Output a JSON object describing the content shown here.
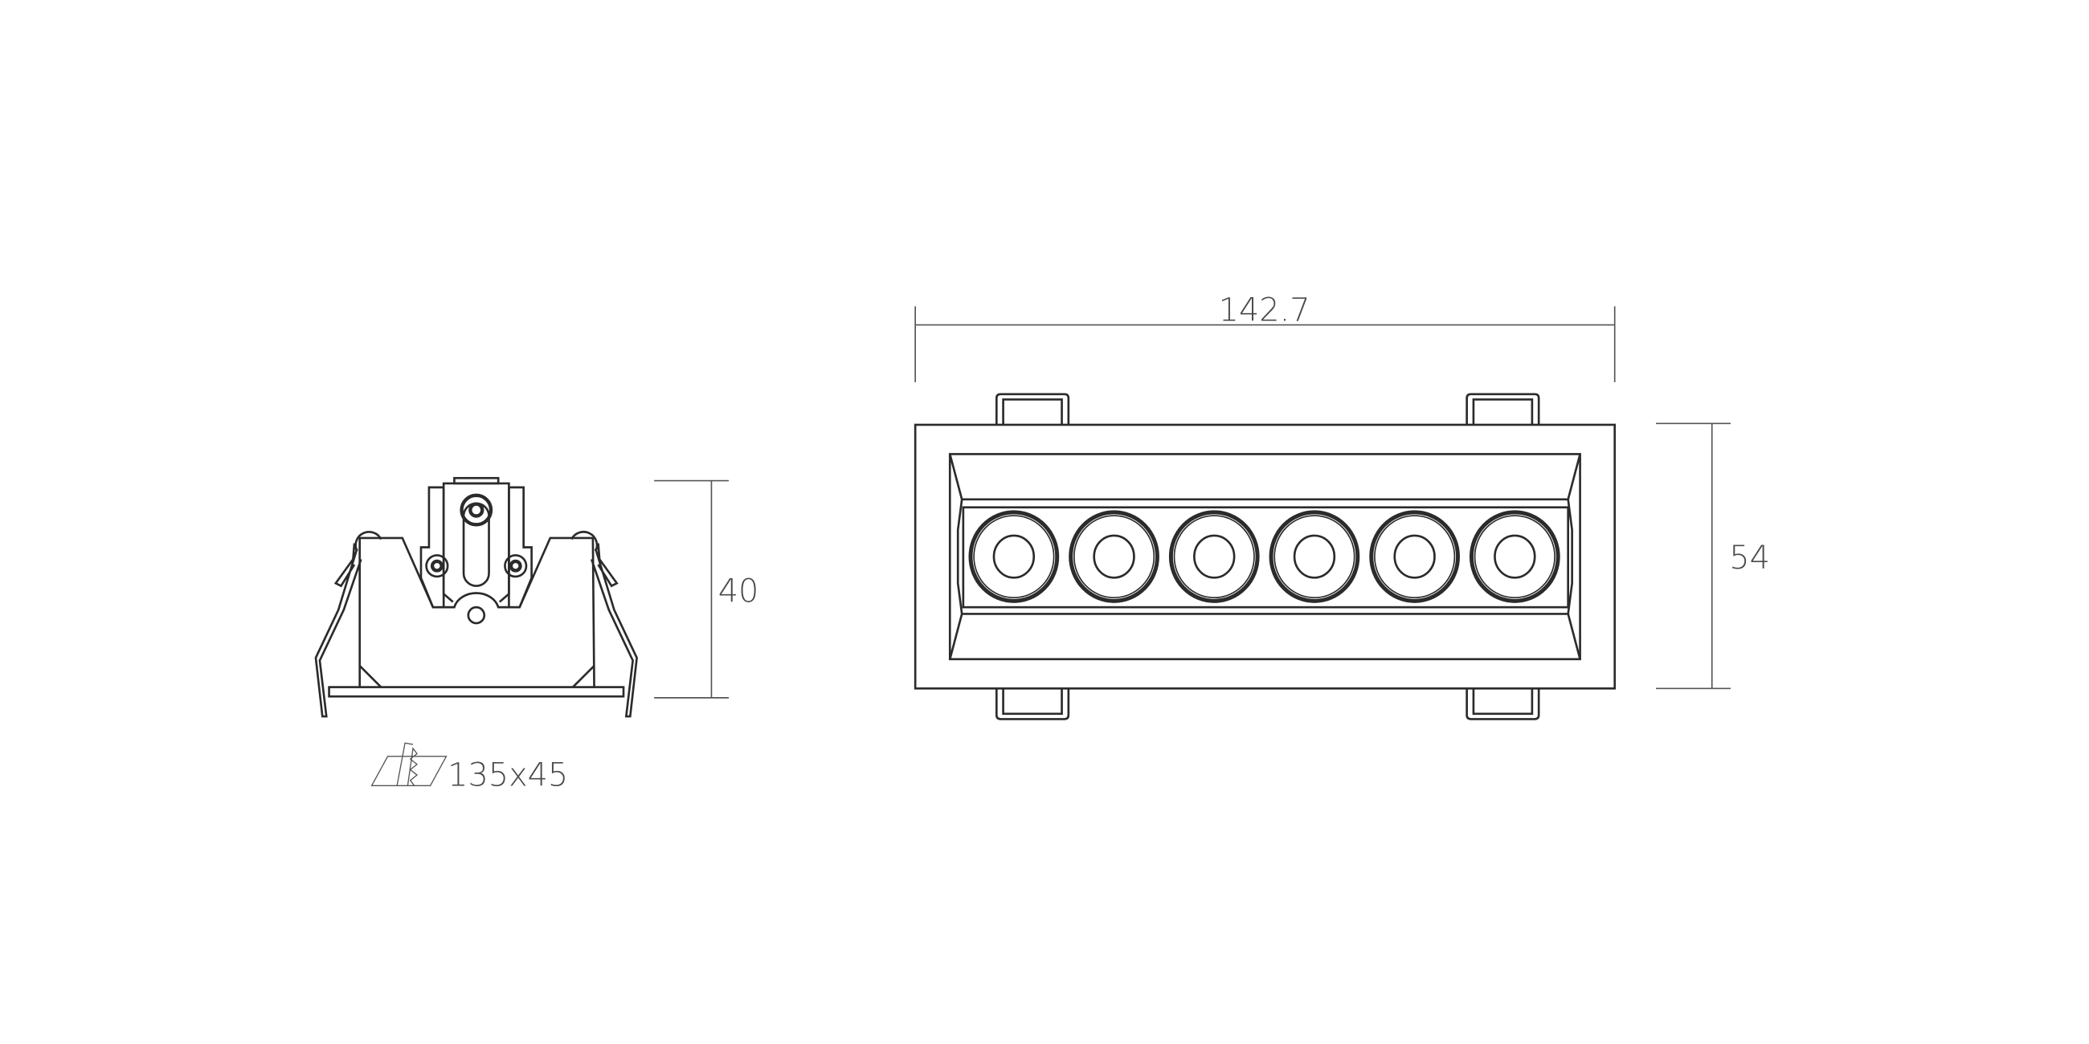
{
  "drawing": {
    "title": "LED recessed linear downlight dimension drawing",
    "dimensions": {
      "length": "142.7",
      "width": "54",
      "height": "40",
      "cutout": "135x45"
    },
    "led_count": 6,
    "line_color": "#2b2b2b",
    "dimension_color": "#555555"
  }
}
